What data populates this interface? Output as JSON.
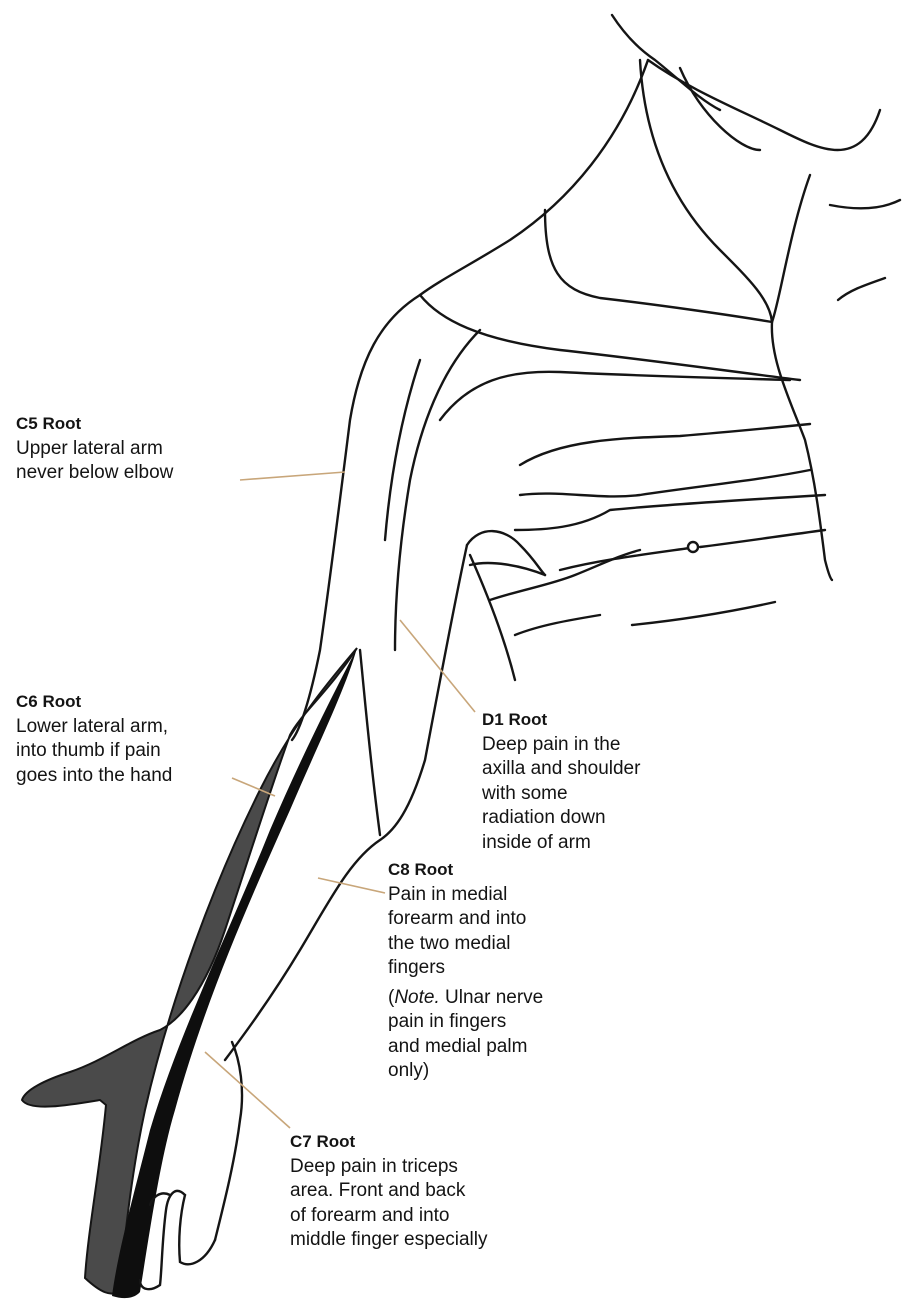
{
  "colors": {
    "outline": "#151515",
    "shade": "#4a4a4a",
    "dark": "#0e0e0e",
    "leader": "#c8a67a"
  },
  "labels": {
    "c5": {
      "title": "C5 Root",
      "lines": [
        "Upper lateral arm",
        "never below elbow"
      ]
    },
    "c6": {
      "title": "C6 Root",
      "lines": [
        "Lower lateral arm,",
        "into thumb if pain",
        "goes into the hand"
      ]
    },
    "d1": {
      "title": "D1 Root",
      "lines": [
        "Deep pain in the",
        "axilla and shoulder",
        "with some",
        "radiation down",
        "inside of arm"
      ]
    },
    "c8": {
      "title": "C8 Root",
      "lines": [
        "Pain in medial",
        "forearm and into",
        "the two medial",
        "fingers"
      ],
      "note_italic": "Note.",
      "note_lines": [
        "Ulnar nerve",
        "pain in fingers",
        "and medial palm",
        "only)"
      ]
    },
    "c7": {
      "title": "C7 Root",
      "lines": [
        "Deep pain in triceps",
        "area. Front and back",
        "of forearm and into",
        "middle finger especially"
      ]
    }
  }
}
